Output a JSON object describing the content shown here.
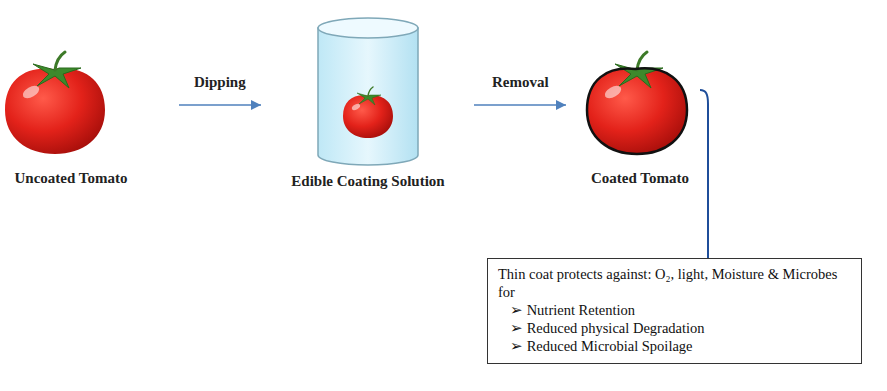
{
  "diagram": {
    "nodes": [
      {
        "text": [
          "Uncoated Tomato"
        ]
      },
      {
        "text": [
          "Edible Coating Solution"
        ]
      },
      {
        "text": [
          "Coated Tomato"
        ]
      },
      {
        "text": [
          "Thin coat protects against: O₂, light, Moisture & Microbes for",
          "➢ Nutrient Retention",
          "➢ Reduced physical Degradation",
          "➢ Reduced Microbial Spoilage"
        ]
      }
    ],
    "edges": [
      {
        "from": 0,
        "to": 1,
        "arrow": "to",
        "label": "Dipping"
      },
      {
        "from": 1,
        "to": 2,
        "arrow": "to",
        "label": "Removal"
      },
      {
        "from": 2,
        "to": 3,
        "arrow": "none"
      }
    ]
  }
}
